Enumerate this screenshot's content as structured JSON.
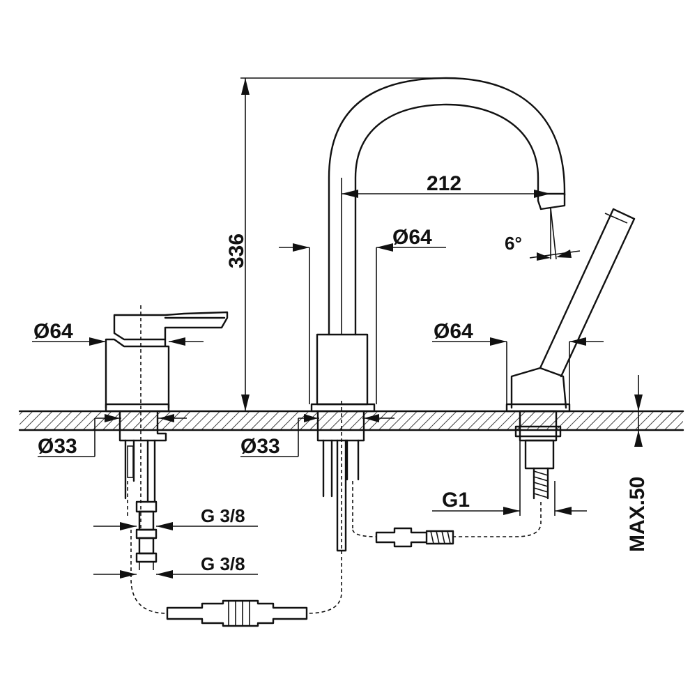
{
  "dimensions": {
    "height": "336",
    "spout_reach": "212",
    "spout_base_diameter": "Ø64",
    "spout_angle": "6°",
    "lever_mixer_diameter": "Ø64",
    "shower_holder_diameter": "Ø64",
    "lever_hole_diameter": "Ø33",
    "spout_hole_diameter": "Ø33",
    "shower_connection": "G1",
    "upper_connection": "G 3/8",
    "lower_connection": "G 3/8",
    "max_deck_thickness": "MAX.50"
  }
}
